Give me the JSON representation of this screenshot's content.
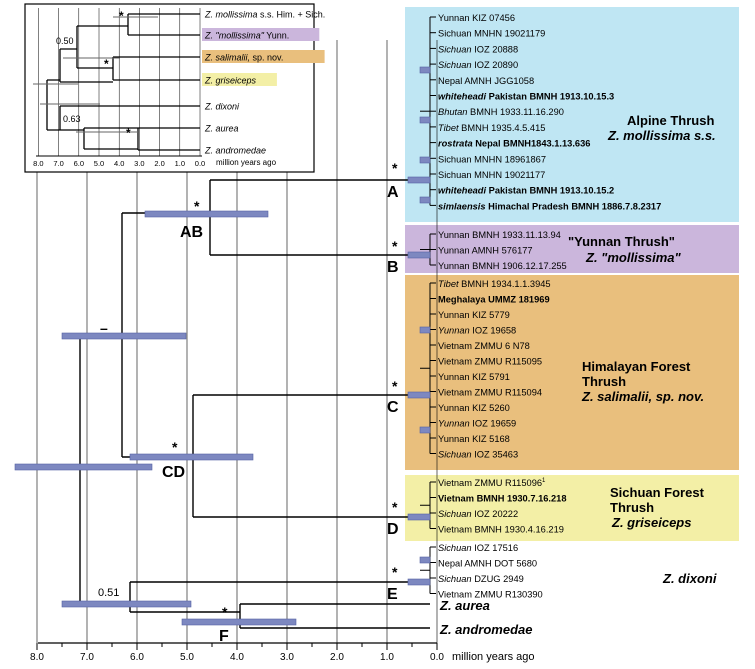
{
  "inset": {
    "taxa": [
      {
        "label": "Z. mollissima s.s. Him. + Sich.",
        "style": "none"
      },
      {
        "label": "Z. \"mollissima\" Yunn.",
        "style": "purple"
      },
      {
        "label": "Z. salimalii, sp. nov.",
        "style": "orange"
      },
      {
        "label": "Z. griseiceps",
        "style": "yellow"
      },
      {
        "label": "Z. dixoni",
        "style": "none"
      },
      {
        "label": "Z. aurea",
        "style": "none"
      },
      {
        "label": "Z. andromedae",
        "style": "none"
      }
    ],
    "node_labels": {
      "top_star": "*",
      "support_050": "0.50",
      "mid_star": "*",
      "support_063": "0.63",
      "bottom_star": "*"
    },
    "axis_ticks": [
      "8.0",
      "7.0",
      "6.0",
      "5.0",
      "4.0",
      "3.0",
      "2.0",
      "1.0",
      "0.0"
    ],
    "axis_label": "million years ago"
  },
  "main": {
    "axis_ticks": [
      "8.0",
      "7.0",
      "6.0",
      "5.0",
      "4.0",
      "3.0",
      "2.0",
      "1.0",
      "0.0"
    ],
    "axis_label": "million years ago",
    "nodes": {
      "A": "A",
      "B": "B",
      "C": "C",
      "D": "D",
      "E": "E",
      "F": "F",
      "AB": "AB",
      "CD": "CD",
      "star": "*",
      "dash": "–",
      "support_051": "0.51"
    },
    "groups": [
      {
        "name_line1": "Alpine Thrush",
        "name_line2": "Z. mollissima s.s.",
        "color": "#bfe6f3"
      },
      {
        "name_line1": "\"Yunnan Thrush\"",
        "name_line2": "Z. \"mollissima\"",
        "color": "#cbb6dc"
      },
      {
        "name_line1": "Himalayan Forest",
        "name_line1b": "Thrush",
        "name_line2": "Z. salimalii, sp. nov.",
        "color": "#e9bf7d"
      },
      {
        "name_line1": "Sichuan Forest",
        "name_line1b": "Thrush",
        "name_line2": "Z. griseiceps",
        "color": "#f3efa6"
      },
      {
        "name_line2": "Z. dixoni",
        "color": "#ffffff"
      }
    ],
    "specimens": [
      {
        "pre": "",
        "text": "Yunnan KIZ 07456",
        "bold": false
      },
      {
        "pre": "",
        "text": "Sichuan MNHN 19021179",
        "bold": false
      },
      {
        "pre": "Sichuan",
        "text": " IOZ 20888",
        "bold": false
      },
      {
        "pre": "Sichuan",
        "text": " IOZ 20890",
        "bold": false
      },
      {
        "pre": "",
        "text": "Nepal AMNH JGG1058",
        "bold": false
      },
      {
        "pre": "whiteheadi",
        "text": " Pakistan BMNH 1913.10.15.3",
        "bold": true
      },
      {
        "pre": "Bhutan",
        "text": " BMNH 1933.11.16.290",
        "bold": false
      },
      {
        "pre": "Tibet",
        "text": " BMNH 1935.4.5.415",
        "bold": false
      },
      {
        "pre": "rostrata",
        "text": " Nepal BMNH1843.1.13.636",
        "bold": true
      },
      {
        "pre": "",
        "text": "Sichuan MNHN 18961867",
        "bold": false
      },
      {
        "pre": "",
        "text": "Sichuan MNHN 19021177",
        "bold": false
      },
      {
        "pre": "whiteheadi",
        "text": " Pakistan BMNH 1913.10.15.2",
        "bold": true
      },
      {
        "pre": "simlaensis",
        "text": " Himachal Pradesh BMNH 1886.7.8.2317",
        "bold": true
      },
      {
        "pre": "",
        "text": "Yunnan BMNH 1933.11.13.94",
        "bold": false
      },
      {
        "pre": "",
        "text": "Yunnan AMNH 576177",
        "bold": false
      },
      {
        "pre": "",
        "text": "Yunnan BMNH 1906.12.17.255",
        "bold": false
      },
      {
        "pre": "Tibet",
        "text": " BMNH 1934.1.1.3945",
        "bold": false
      },
      {
        "pre": "",
        "text": "Meghalaya UMMZ 181969",
        "bold": true
      },
      {
        "pre": "",
        "text": "Yunnan KIZ 5779",
        "bold": false
      },
      {
        "pre": "Yunnan",
        "text": " IOZ 19658",
        "bold": false
      },
      {
        "pre": "",
        "text": "Vietnam ZMMU 6 N78",
        "bold": false
      },
      {
        "pre": "",
        "text": "Vietnam ZMMU R115095",
        "bold": false
      },
      {
        "pre": "",
        "text": "Yunnan KIZ 5791",
        "bold": false
      },
      {
        "pre": "",
        "text": "Vietnam ZMMU R115094",
        "bold": false
      },
      {
        "pre": "",
        "text": "Yunnan KIZ 5260",
        "bold": false
      },
      {
        "pre": "Yunnan",
        "text": " IOZ 19659",
        "bold": false
      },
      {
        "pre": "",
        "text": "Yunnan KIZ 5168",
        "bold": false
      },
      {
        "pre": "Sichuan",
        "text": " IOZ 35463",
        "bold": false
      },
      {
        "pre": "",
        "text": "Vietnam ZMMU R115096",
        "bold": false,
        "sup": "1"
      },
      {
        "pre": "",
        "text": "Vietnam BMNH 1930.7.16.218",
        "bold": true
      },
      {
        "pre": "Sichuan",
        "text": " IOZ 20222",
        "bold": false
      },
      {
        "pre": "",
        "text": "Vietnam BMNH 1930.4.16.219",
        "bold": false
      },
      {
        "pre": "Sichuan",
        "text": " IOZ 17516",
        "bold": false
      },
      {
        "pre": "",
        "text": "Nepal AMNH DOT 5680",
        "bold": false
      },
      {
        "pre": "Sichuan",
        "text": " DZUG 2949",
        "bold": false
      },
      {
        "pre": "",
        "text": "Vietnam ZMMU R130390",
        "bold": false
      }
    ],
    "outgroups": [
      {
        "label": "Z. aurea"
      },
      {
        "label": "Z. andromedae"
      }
    ]
  },
  "colors": {
    "bar": "#7d88c0",
    "bar_stroke": "#5563a3"
  }
}
